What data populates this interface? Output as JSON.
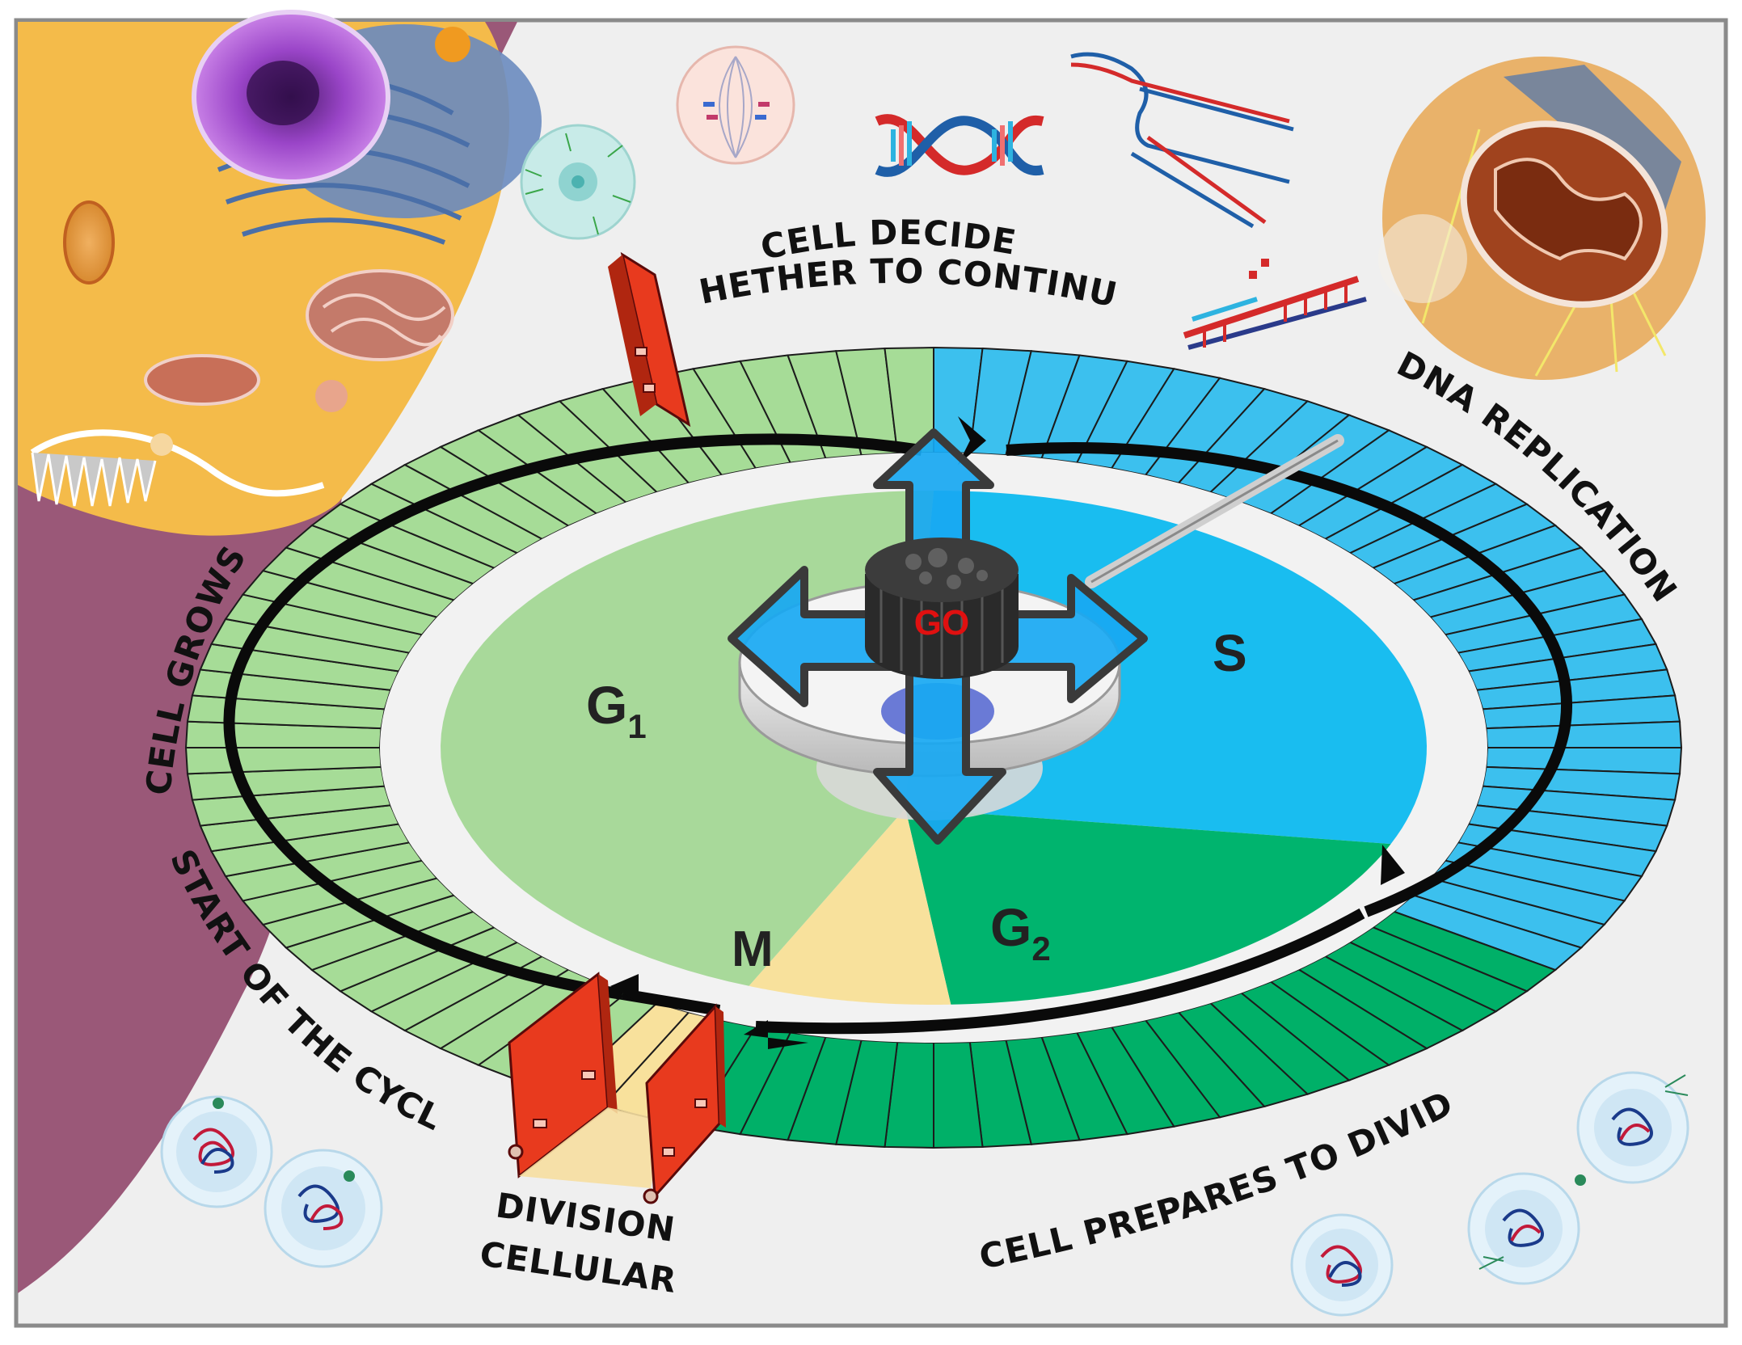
{
  "phases": {
    "g1": {
      "letter": "G",
      "sub": "1"
    },
    "s": {
      "letter": "S"
    },
    "g2": {
      "letter": "G",
      "sub": "2"
    },
    "m": {
      "letter": "M"
    }
  },
  "center": {
    "label": "GO"
  },
  "annotations": {
    "decides_line1": "CELL DECIDES",
    "decides_line2": "WHETHER TO CONTINUE",
    "dna_replication": "DNA REPLICATION",
    "cell_grows": "CELL GROWS",
    "start_cycle": "START OF THE CYCLE",
    "division_line1": "DIVISION",
    "division_line2": "CELLULAR",
    "prepares": "CELL PREPARES TO DIVIDE"
  },
  "colors": {
    "g1": "#a8d99a",
    "s": "#19bdf0",
    "g2": "#00b46e",
    "m": "#f8e19c",
    "ring_g1": "#a6dc97",
    "ring_s": "#3cc0ee",
    "ring_g2": "#00b068",
    "gate": "#e83a1e",
    "background_wave": "#9a5878",
    "arrow": "#1aa0f0"
  }
}
